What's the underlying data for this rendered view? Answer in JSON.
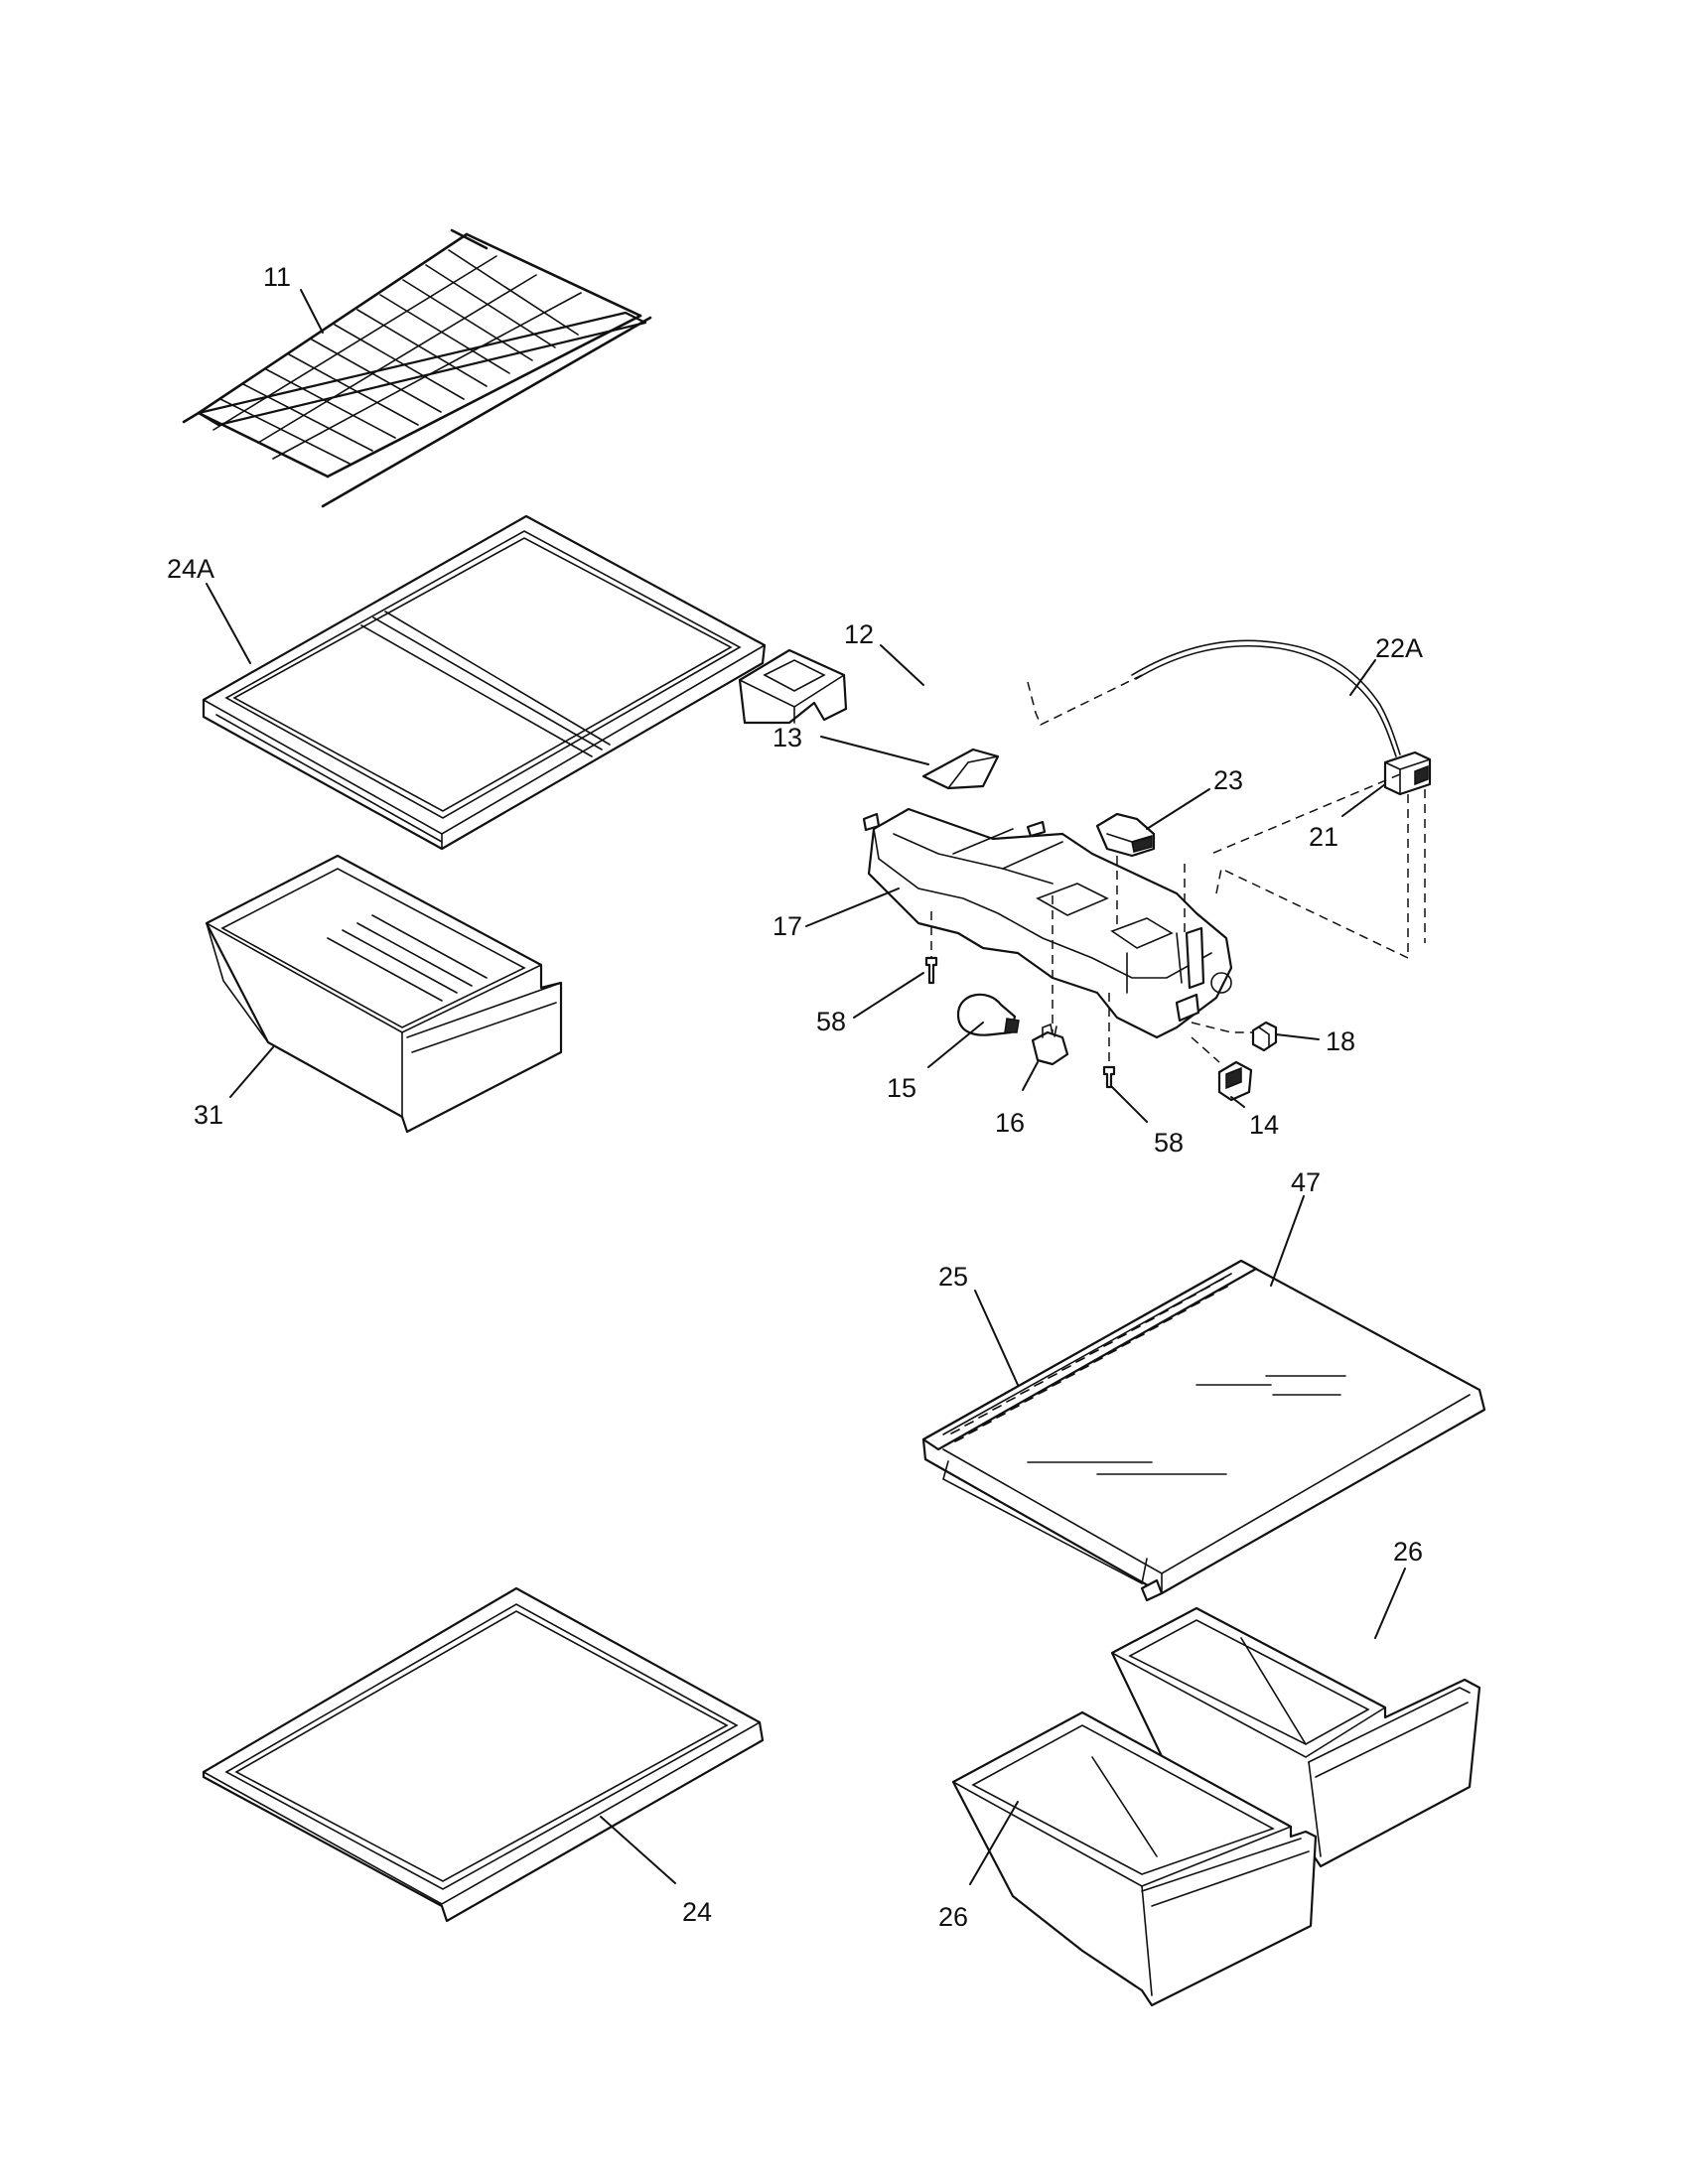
{
  "callouts": {
    "c11": "11",
    "c24a": "24A",
    "c31": "31",
    "c12": "12",
    "c22a": "22A",
    "c13": "13",
    "c23": "23",
    "c21": "21",
    "c17": "17",
    "c58a": "58",
    "c18": "18",
    "c15": "15",
    "c16": "16",
    "c14": "14",
    "c58b": "58",
    "c47": "47",
    "c25": "25",
    "c26a": "26",
    "c24": "24",
    "c26b": "26"
  }
}
